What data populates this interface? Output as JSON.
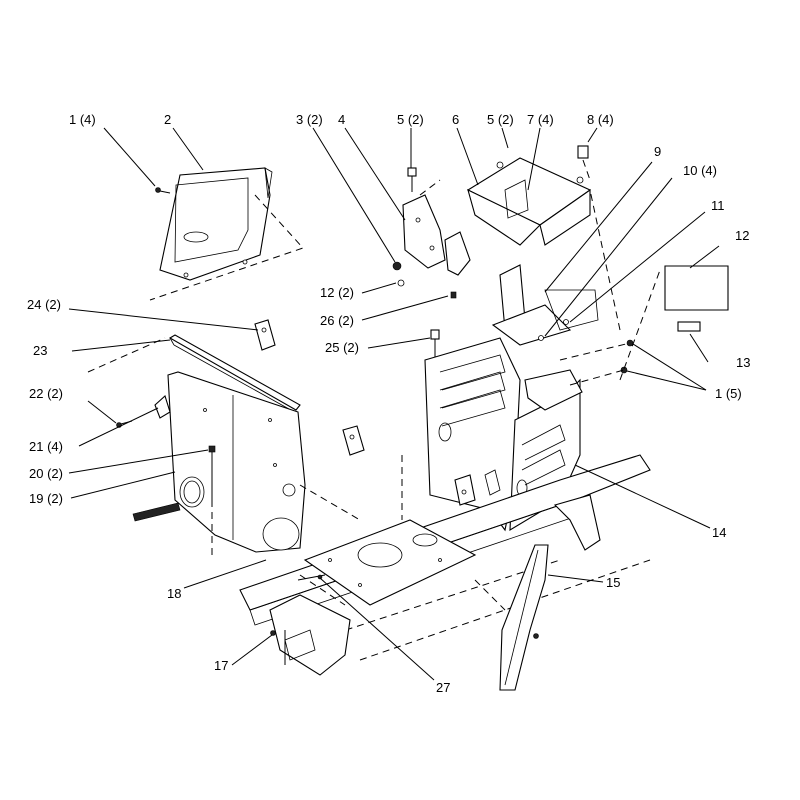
{
  "callouts": [
    {
      "id": "c1",
      "text": "1 (4)"
    },
    {
      "id": "c2",
      "text": "2"
    },
    {
      "id": "c3",
      "text": "3 (2)"
    },
    {
      "id": "c4",
      "text": "4"
    },
    {
      "id": "c5a",
      "text": "5 (2)"
    },
    {
      "id": "c6",
      "text": "6"
    },
    {
      "id": "c5b",
      "text": "5 (2)"
    },
    {
      "id": "c7",
      "text": "7 (4)"
    },
    {
      "id": "c8",
      "text": "8 (4)"
    },
    {
      "id": "c9",
      "text": "9"
    },
    {
      "id": "c10",
      "text": "10 (4)"
    },
    {
      "id": "c11",
      "text": "11"
    },
    {
      "id": "c12",
      "text": "12"
    },
    {
      "id": "c12b",
      "text": "12 (2)"
    },
    {
      "id": "c26",
      "text": "26 (2)"
    },
    {
      "id": "c24",
      "text": "24 (2)"
    },
    {
      "id": "c23",
      "text": "23"
    },
    {
      "id": "c25",
      "text": "25 (2)"
    },
    {
      "id": "c13",
      "text": "13"
    },
    {
      "id": "c1b",
      "text": "1 (5)"
    },
    {
      "id": "c22",
      "text": "22 (2)"
    },
    {
      "id": "c21",
      "text": "21 (4)"
    },
    {
      "id": "c20",
      "text": "20 (2)"
    },
    {
      "id": "c19",
      "text": "19 (2)"
    },
    {
      "id": "c14",
      "text": "14"
    },
    {
      "id": "c15",
      "text": "15"
    },
    {
      "id": "c18",
      "text": "18"
    },
    {
      "id": "c17",
      "text": "17"
    },
    {
      "id": "c27",
      "text": "27"
    }
  ]
}
